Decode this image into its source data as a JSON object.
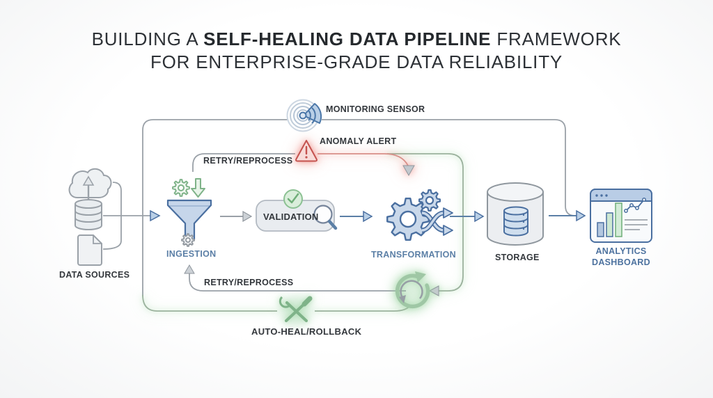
{
  "title": {
    "line1_regular_start": "BUILDING A ",
    "line1_bold": "SELF-HEALING DATA PIPELINE",
    "line1_regular_end": " FRAMEWORK",
    "line2": "FOR ENTERPRISE-GRADE DATA RELIABILITY"
  },
  "pipeline": {
    "data_sources": {
      "label": "DATA SOURCES",
      "icons": [
        "cloud-upload-icon",
        "database-icon",
        "document-icon"
      ]
    },
    "ingestion": {
      "label": "INGESTION",
      "icons": [
        "funnel-icon",
        "green-gear-icon",
        "double-down-arrow-icon",
        "small-gear-icon"
      ]
    },
    "validation": {
      "label": "VALIDATION",
      "icons": [
        "check-circle-icon",
        "magnifier-icon"
      ]
    },
    "transformation": {
      "label": "TRANSFORMATION",
      "icons": [
        "gear-large-icon",
        "gear-small-icon",
        "shuffle-arrows-icon"
      ]
    },
    "storage": {
      "label": "STORAGE",
      "icons": [
        "storage-cylinder-icon",
        "database-icon"
      ]
    },
    "analytics": {
      "label": "ANALYTICS DASHBOARD",
      "icons": [
        "browser-window-icon",
        "bar-chart-icon",
        "line-chart-icon"
      ]
    }
  },
  "annotations": {
    "monitoring": {
      "label": "MONITORING SENSOR",
      "icon": "radar-sensor-icon"
    },
    "anomaly": {
      "label": "ANOMALY ALERT",
      "icon": "warning-triangle-icon"
    },
    "retry_top": {
      "label": "RETRY/REPROCESS"
    },
    "retry_bottom": {
      "label": "RETRY/REPROCESS"
    },
    "auto_heal": {
      "label": "AUTO-HEAL/ROLLBACK",
      "icon": "crossed-tools-icon"
    },
    "rollback_loop": {
      "icon": "circular-refresh-icon"
    }
  },
  "colors": {
    "accent_blue": "#5b7fa6",
    "accent_green": "#7fb389",
    "alert_red": "#c4524e",
    "line_gray": "#9aa1a8",
    "label_dark": "#33373c",
    "fill_blue": "#c9d8ea",
    "fill_green": "#daeedb",
    "fill_red": "#f8dcd9"
  }
}
